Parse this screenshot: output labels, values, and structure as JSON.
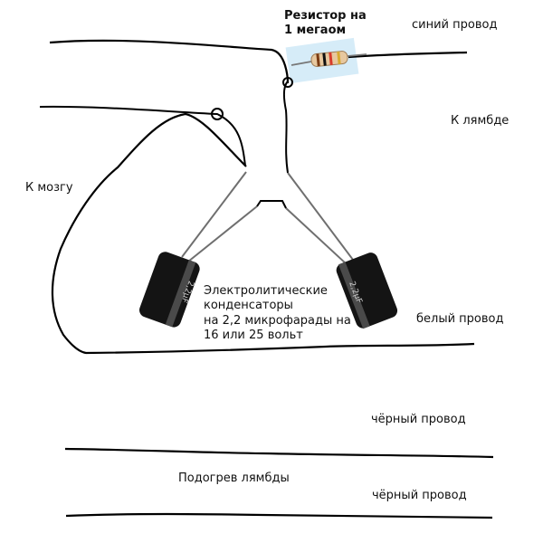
{
  "labels": {
    "resistor": [
      "Резистор на",
      "1 мегаом"
    ],
    "blue_wire": "синий провод",
    "to_lambda": "К лямбде",
    "to_brain": "К мозгу",
    "capacitors": [
      "Электролитические",
      "конденсаторы",
      "на 2,2 микрофарады на",
      "16 или 25 вольт"
    ],
    "white_wire": "белый провод",
    "black_wire_1": "чёрный провод",
    "lambda_heater": "Подогрев лямбды",
    "black_wire_2": "чёрный провод"
  },
  "colors": {
    "wire": "#000000",
    "lead": "#6f6f6f",
    "cap_body": "#141414",
    "resistor_body": "#e7c89f",
    "highlight": "#cfe9f7"
  }
}
